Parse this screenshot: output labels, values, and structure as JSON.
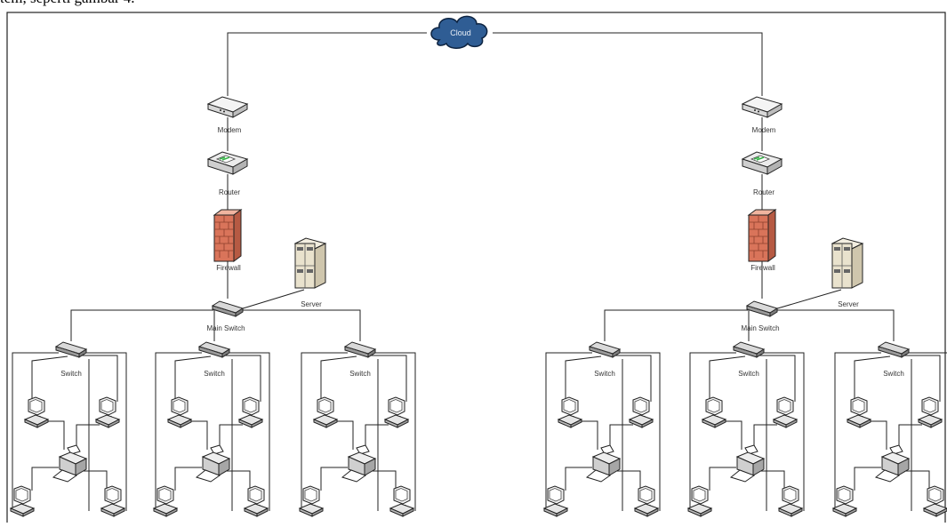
{
  "caption": "tem, seperti gambar 4.",
  "cloud": {
    "label": "Cloud",
    "color": "#2f5d94"
  },
  "firewall_color": "#d9745a",
  "sites": [
    {
      "modem": "Modem",
      "router": "Router",
      "firewall": "Firewall",
      "server": "Server",
      "main_switch": "Main Switch",
      "subnets": [
        {
          "switch": "Switch"
        },
        {
          "switch": "Switch"
        },
        {
          "switch": "Switch"
        }
      ]
    },
    {
      "modem": "Modem",
      "router": "Router",
      "firewall": "Firewall",
      "server": "Server",
      "main_switch": "Main Switch",
      "subnets": [
        {
          "switch": "Switch"
        },
        {
          "switch": "Switch"
        },
        {
          "switch": "Switch"
        }
      ]
    }
  ]
}
